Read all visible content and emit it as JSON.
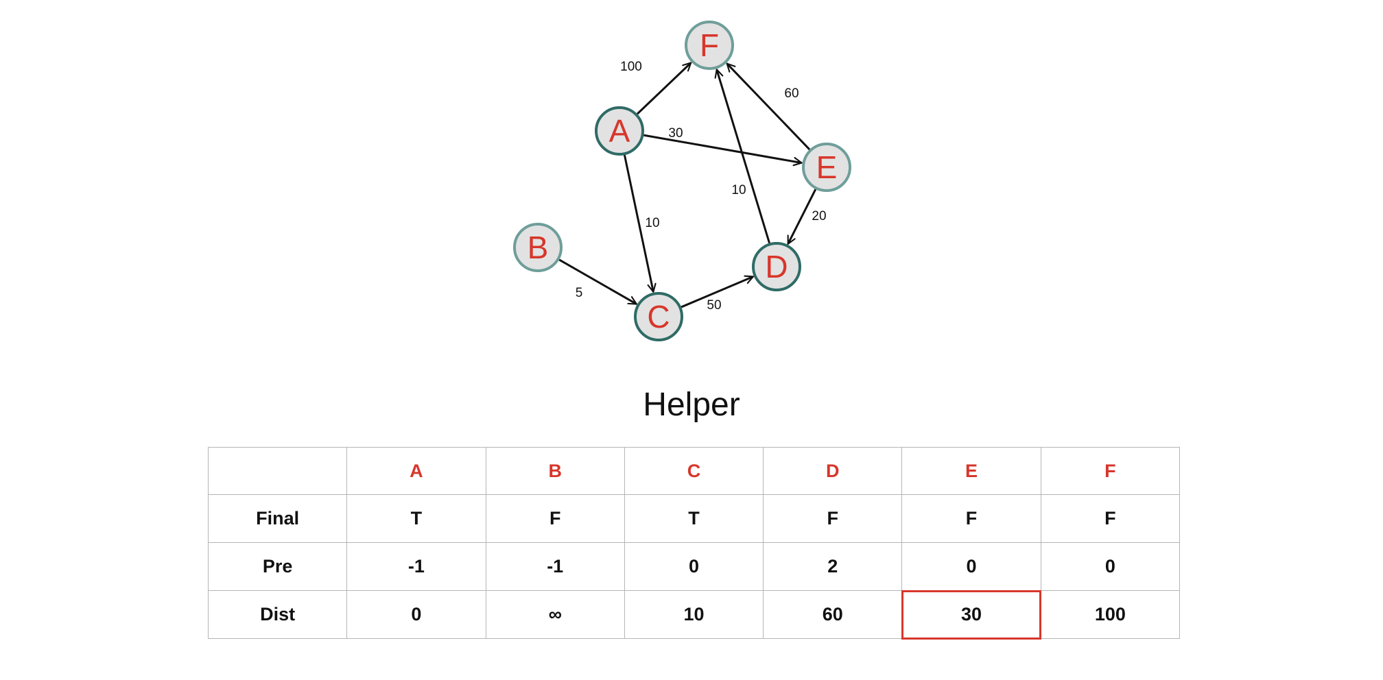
{
  "graph": {
    "nodes": [
      {
        "id": "A",
        "label": "A",
        "style": "dark"
      },
      {
        "id": "B",
        "label": "B",
        "style": "light"
      },
      {
        "id": "C",
        "label": "C",
        "style": "dark"
      },
      {
        "id": "D",
        "label": "D",
        "style": "dark"
      },
      {
        "id": "E",
        "label": "E",
        "style": "light"
      },
      {
        "id": "F",
        "label": "F",
        "style": "light"
      }
    ],
    "edges": [
      {
        "from": "A",
        "to": "F",
        "weight": "100"
      },
      {
        "from": "A",
        "to": "E",
        "weight": "30"
      },
      {
        "from": "A",
        "to": "C",
        "weight": "10"
      },
      {
        "from": "B",
        "to": "C",
        "weight": "5"
      },
      {
        "from": "C",
        "to": "D",
        "weight": "50"
      },
      {
        "from": "D",
        "to": "F",
        "weight": "10"
      },
      {
        "from": "E",
        "to": "F",
        "weight": "60"
      },
      {
        "from": "E",
        "to": "D",
        "weight": "20"
      }
    ]
  },
  "colors": {
    "node_label": "#d7362b",
    "node_fill": "#e2e2e2",
    "node_stroke_dark": "#2f6b66",
    "node_stroke_light": "#6f9e9a",
    "edge": "#111111",
    "highlight": "#d7362b"
  },
  "helper": {
    "title": "Helper",
    "columns": [
      "",
      "A",
      "B",
      "C",
      "D",
      "E",
      "F"
    ],
    "rows": [
      {
        "label": "Final",
        "values": [
          "T",
          "F",
          "T",
          "F",
          "F",
          "F"
        ]
      },
      {
        "label": "Pre",
        "values": [
          "-1",
          "-1",
          "0",
          "2",
          "0",
          "0"
        ]
      },
      {
        "label": "Dist",
        "values": [
          "0",
          "∞",
          "10",
          "60",
          "30",
          "100"
        ]
      }
    ],
    "highlight_cell": {
      "row": "Dist",
      "column": "E"
    }
  }
}
